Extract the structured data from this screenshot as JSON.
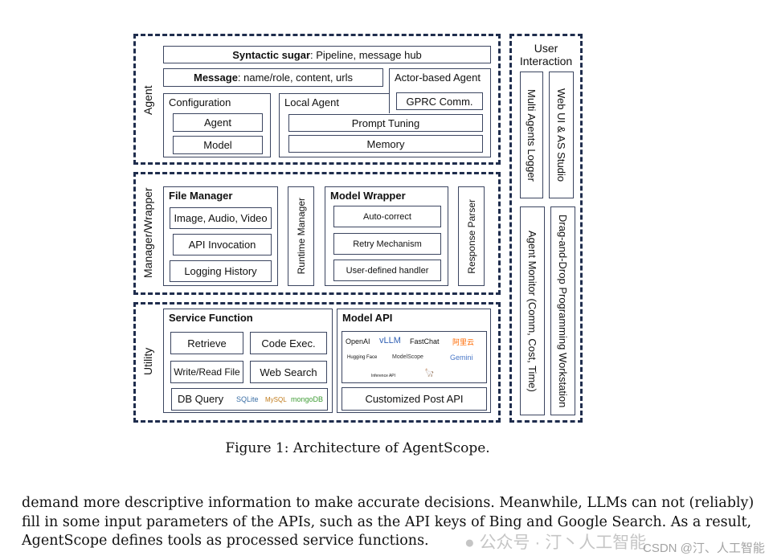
{
  "figure": {
    "agent": {
      "label": "Agent",
      "syntactic_sugar_bold": "Syntactic sugar",
      "syntactic_sugar_rest": ": Pipeline, message hub",
      "message_bold": "Message",
      "message_rest": ": name/role, content, urls",
      "actor_based_agent": "Actor-based Agent",
      "gprc": "GPRC Comm.",
      "configuration": "Configuration",
      "config_items": [
        "Agent",
        "Model"
      ],
      "local_agent": "Local Agent",
      "local_items": [
        "Prompt Tuning",
        "Memory"
      ]
    },
    "manager": {
      "label": "Manager/Wrapper",
      "file_manager": "File Manager",
      "file_items": [
        "Image, Audio, Video",
        "API Invocation",
        "Logging History"
      ],
      "runtime_manager": "Runtime Manager",
      "model_wrapper": "Model Wrapper",
      "wrapper_items": [
        "Auto-correct",
        "Retry Mechanism",
        "User-defined handler"
      ],
      "response_parser": "Response Parser"
    },
    "utility": {
      "label": "Utility",
      "service_function": "Service Function",
      "service_items": [
        "Retrieve",
        "Code Exec.",
        "Write/Read File",
        "Web Search"
      ],
      "db_query": "DB Query",
      "db_logos": [
        "SQLite",
        "MySQL",
        "mongoDB"
      ],
      "model_api": "Model API",
      "api_logos": [
        "OpenAI",
        "vLLM",
        "FastChat",
        "阿里云",
        "Hugging Face",
        "ModelScope",
        "Gemini",
        "Inference API"
      ],
      "customized_post_api": "Customized Post API"
    },
    "user_interaction": {
      "label": "User Interaction",
      "items": [
        "Multi Agents Logger",
        "Web UI & AS Studio",
        "Agent Monitor (Comm, Cost, Time)",
        "Drag-and-Drop Programming Workstation"
      ]
    },
    "caption": "Figure 1: Architecture of AgentScope."
  },
  "body_text": [
    "demand more descriptive information to make accurate decisions. Meanwhile, LLMs can not (reliably)",
    "fill in some input parameters of the APIs, such as the API keys of Bing and Google Search. As a result,",
    "AgentScope defines tools as processed service functions."
  ],
  "watermarks": [
    "公众号 · 汀丶人工智能",
    "CSDN @汀、人工智能"
  ],
  "colors": {
    "border": "#1f2d4d",
    "openai": "#111111",
    "vllm": "#2f5fb3",
    "aliyun": "#ff6a00",
    "gemini": "#4a78c8"
  }
}
